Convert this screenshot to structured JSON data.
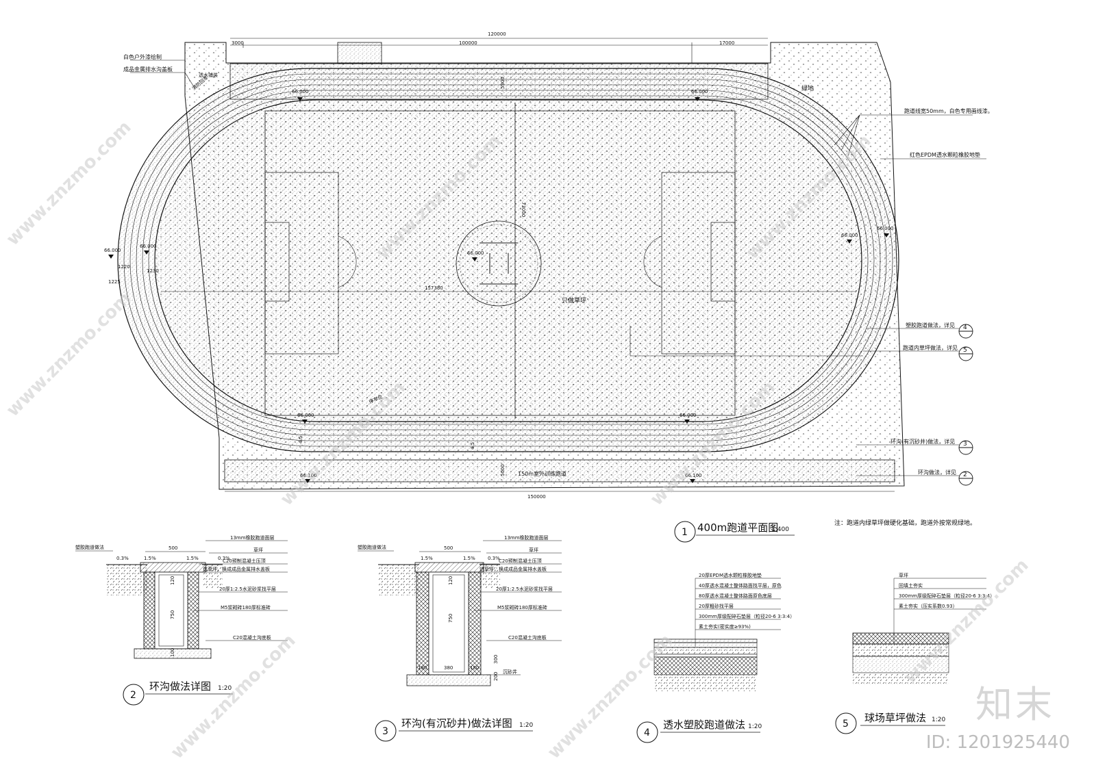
{
  "plan": {
    "title": "400m跑道平面图",
    "scale": "1:400",
    "number": "1",
    "dims": {
      "total_width": "120000",
      "left_strip": "3000",
      "mid": "100000",
      "right": "17000",
      "bottom": "150000",
      "field_length": "157380",
      "field_width": "73000",
      "lane_1220": "1220",
      "lane_1230": "1230",
      "lane_1225": "1225",
      "lane_4_5": "4.5",
      "lane_5000": "5000",
      "lane_5300": "5300",
      "gutter_4_5b": "4.5"
    },
    "elevations": {
      "top_left": "66.000",
      "top_right": "66.000",
      "center": "66.000",
      "left_outer": "66.000",
      "left_inner": "66.000",
      "right_outer": "66.000",
      "right_inner": "66.000",
      "bottom_left": "66.000",
      "bottom_right": "66.000",
      "bottom_outer_left": "66.100",
      "bottom_outer_right": "66.100"
    },
    "labels": {
      "white_paint": "白色户外漆绘制",
      "metal_cover": "成品金属排水沟盖板",
      "green_land": "绿地",
      "lane_line": "跑道线宽50mm，白色专用画线漆。",
      "epdm": "红色EPDM透水颗粒橡胶地垫",
      "turf": "只做草坪",
      "straight_track": "150m室外训练跑道",
      "small_a": "透水铺装",
      "small_b": "消防回车",
      "small_c": "停车位"
    },
    "callouts": [
      {
        "text": "塑胶跑道做法，详见",
        "num": "4"
      },
      {
        "text": "跑道内草坪做法，详见",
        "num": "5"
      },
      {
        "text": "环沟(有沉砂井)做法，详见",
        "num": "3"
      },
      {
        "text": "环沟做法，详见",
        "num": "2"
      }
    ],
    "footnote": "注：跑道内绿草坪做硬化基础，跑道外按常规绿地。"
  },
  "detail2": {
    "number": "2",
    "title": "环沟做法详图",
    "scale": "1:20",
    "top_left": "塑胶跑道做法",
    "dim_500": "500",
    "slope1": "0.3%",
    "slope2": "1.5%",
    "slope3": "1.5%",
    "slope4": "0.3%",
    "h120": "120",
    "h750": "750",
    "h100": "100",
    "notes": [
      "13mm橡胶跑道面层",
      "草坪",
      "C20预制混凝土压顶",
      "透草坪，换成成品金属排水盖板",
      "20厚1:2.5水泥砂浆找平层",
      "M5浆砌砖180厚标准砖",
      "C20混凝土沟底板"
    ]
  },
  "detail3": {
    "number": "3",
    "title": "环沟(有沉砂井)做法详图",
    "scale": "1:20",
    "top_left": "塑胶跑道做法",
    "dim_500": "500",
    "slope1": "1.5%",
    "slope2": "1.5%",
    "slope3": "0.3%",
    "h120": "120",
    "h750": "750",
    "w180a": "180",
    "w380": "380",
    "w180b": "180",
    "h300": "300",
    "h200": "200",
    "notes": [
      "13mm橡胶跑道面层",
      "草坪",
      "C20预制混凝土压顶",
      "透草坪，换成成品金属排水盖板",
      "20厚1:2.5水泥砂浆找平层",
      "M5浆砌砖180厚标准砖",
      "C20混凝土沟底板",
      "沉砂井"
    ]
  },
  "detail4": {
    "number": "4",
    "title": "透水塑胶跑道做法",
    "scale": "1:20",
    "notes": [
      "20厚EPDM透水颗粒橡胶地垫",
      "40厚透水混凝土整体路面找平层，原色",
      "80厚透水混凝土整体路面原色底层",
      "20厚粗砂找平层",
      "300mm厚级配碎石垫层（粒径20-6 3:3:4）",
      "素土夯实(密实度≥93%)"
    ]
  },
  "detail5": {
    "number": "5",
    "title": "球场草坪做法",
    "scale": "1:20",
    "notes": [
      "草坪",
      "回填土夯实",
      "300mm厚级配碎石垫层（粒径20-6 3:3:4）",
      "素土夯实（压实系数0.93）"
    ]
  },
  "brand": "知末",
  "image_id": "ID: 1201925440",
  "watermark": "www.znzmo.com"
}
